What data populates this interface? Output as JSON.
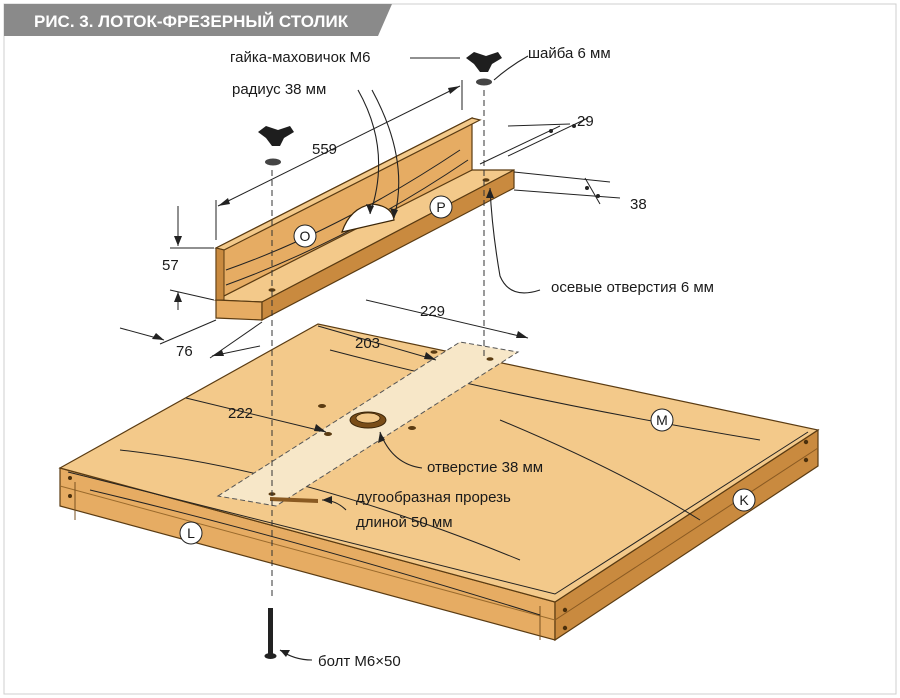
{
  "title": "РИС. 3. ЛОТОК-ФРЕЗЕРНЫЙ СТОЛИК",
  "colors": {
    "wood_top": "#f3c98a",
    "wood_side": "#e6ac63",
    "wood_dark": "#c98a3f",
    "title_bg": "#8a8a8a",
    "insert": "#f7e7c8"
  },
  "labels": {
    "wing_nut": "гайка-маховичок М6",
    "washer": "шайба 6 мм",
    "radius": "радиус 38 мм",
    "axial_holes": "осевые отверстия 6 мм",
    "hole": "отверстие 38 мм",
    "slot_line1": "дугообразная прорезь",
    "slot_line2": "длиной 50 мм",
    "bolt": "болт М6×50"
  },
  "dimensions": {
    "d559": "559",
    "d29": "29",
    "d38": "38",
    "d57": "57",
    "d76": "76",
    "d229": "229",
    "d203": "203",
    "d222": "222"
  },
  "parts": {
    "o": "O",
    "p": "P",
    "m": "M",
    "k": "K",
    "l": "L"
  }
}
